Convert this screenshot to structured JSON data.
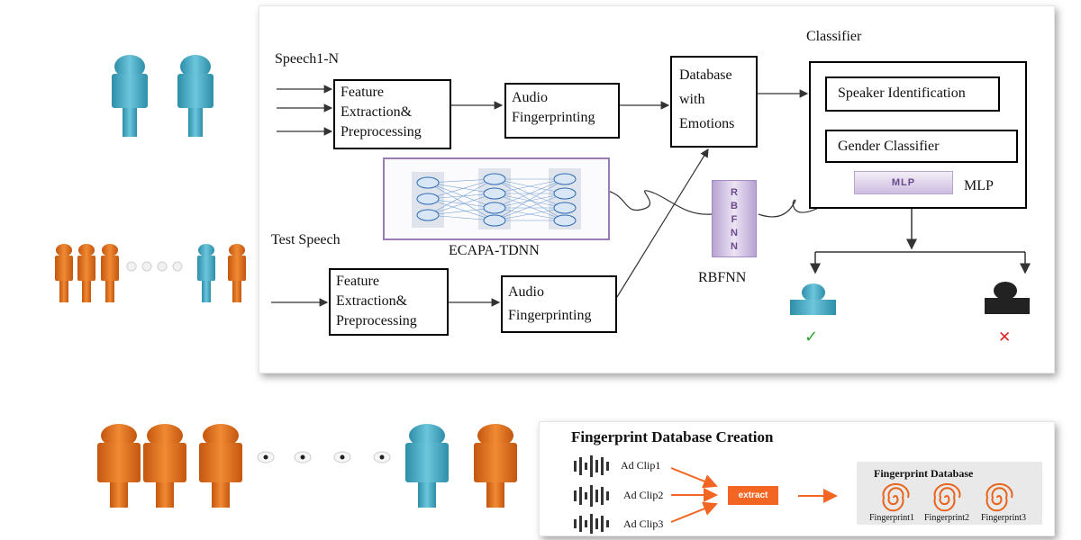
{
  "main": {
    "speech_label": "Speech1-N",
    "test_speech_label": "Test Speech",
    "classifier_label": "Classifier",
    "boxes": {
      "feature1": "Feature Extraction& Preprocessing",
      "audio1": "Audio Fingerprinting",
      "database": "Database with Emotions",
      "feature2": "Feature Extraction& Preprocessing",
      "audio2": "Audio Fingerprinting",
      "speaker_id": "Speaker Identification",
      "gender": "Gender Classifier"
    },
    "ecapa_label": "ECAPA-TDNN",
    "rbfnn_label": "RBFNN",
    "rbfnn_letters": "R B F N N",
    "mlp_button": "MLP",
    "mlp_label": "MLP",
    "accept_mark": "✓",
    "reject_mark": "✕"
  },
  "fingerprint": {
    "title": "Fingerprint Database Creation",
    "clips": [
      "Ad Clip1",
      "Ad Clip2",
      "Ad Clip3"
    ],
    "extract_label": "extract",
    "db_title": "Fingerprint Database",
    "prints": [
      "Fingerprint1",
      "Fingerprint2",
      "Fingerprint3"
    ]
  },
  "colors": {
    "blue_person": "#4fb1c9",
    "orange_person": "#e8741c",
    "arrow_orange": "#f26522",
    "ecapa_border": "#9b7bb5",
    "rbfnn_fill": "#d6c9e6"
  }
}
